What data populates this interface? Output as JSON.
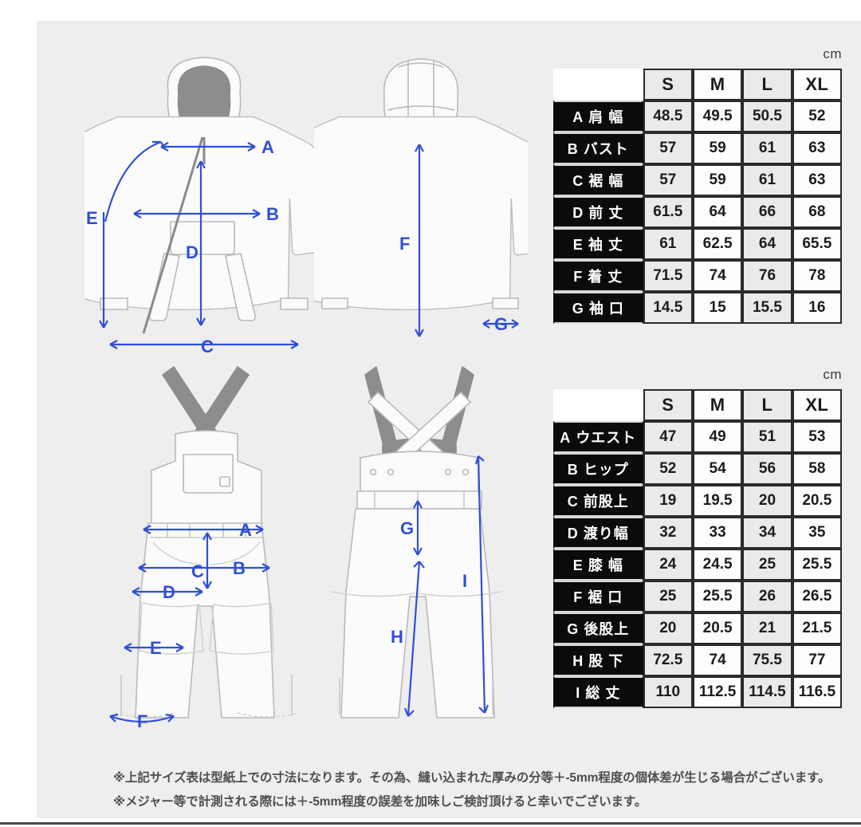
{
  "unit_label": "cm",
  "jacket_table": {
    "name": "jacket-size-table",
    "unit": "cm",
    "columns": [
      "S",
      "M",
      "L",
      "XL"
    ],
    "rows": [
      {
        "code": "A",
        "label": "肩 幅",
        "values": [
          "48.5",
          "49.5",
          "50.5",
          "52"
        ]
      },
      {
        "code": "B",
        "label": "バスト",
        "values": [
          "57",
          "59",
          "61",
          "63"
        ]
      },
      {
        "code": "C",
        "label": "裾 幅",
        "values": [
          "57",
          "59",
          "61",
          "63"
        ]
      },
      {
        "code": "D",
        "label": "前 丈",
        "values": [
          "61.5",
          "64",
          "66",
          "68"
        ]
      },
      {
        "code": "E",
        "label": "袖 丈",
        "values": [
          "61",
          "62.5",
          "64",
          "65.5"
        ]
      },
      {
        "code": "F",
        "label": "着 丈",
        "values": [
          "71.5",
          "74",
          "76",
          "78"
        ]
      },
      {
        "code": "G",
        "label": "袖 口",
        "values": [
          "14.5",
          "15",
          "15.5",
          "16"
        ]
      }
    ]
  },
  "pants_table": {
    "name": "pants-size-table",
    "unit": "cm",
    "columns": [
      "S",
      "M",
      "L",
      "XL"
    ],
    "rows": [
      {
        "code": "A",
        "label": "ウエスト",
        "values": [
          "47",
          "49",
          "51",
          "53"
        ]
      },
      {
        "code": "B",
        "label": "ヒップ",
        "values": [
          "52",
          "54",
          "56",
          "58"
        ]
      },
      {
        "code": "C",
        "label": "前股上",
        "values": [
          "19",
          "19.5",
          "20",
          "20.5"
        ]
      },
      {
        "code": "D",
        "label": "渡り幅",
        "values": [
          "32",
          "33",
          "34",
          "35"
        ]
      },
      {
        "code": "E",
        "label": "膝 幅",
        "values": [
          "24",
          "24.5",
          "25",
          "25.5"
        ]
      },
      {
        "code": "F",
        "label": "裾 口",
        "values": [
          "25",
          "25.5",
          "26",
          "26.5"
        ]
      },
      {
        "code": "G",
        "label": "後股上",
        "values": [
          "20",
          "20.5",
          "21",
          "21.5"
        ]
      },
      {
        "code": "H",
        "label": "股 下",
        "values": [
          "72.5",
          "74",
          "75.5",
          "77"
        ]
      },
      {
        "code": "I",
        "label": "総 丈",
        "values": [
          "110",
          "112.5",
          "114.5",
          "116.5"
        ]
      }
    ]
  },
  "diagrams": {
    "jacket_front": {
      "name": "jacket-front-diagram",
      "markers": [
        "A",
        "B",
        "C",
        "D",
        "E"
      ]
    },
    "jacket_back": {
      "name": "jacket-back-diagram",
      "markers": [
        "F",
        "G"
      ]
    },
    "pants_front": {
      "name": "pants-front-diagram",
      "markers": [
        "A",
        "B",
        "C",
        "D",
        "E",
        "F"
      ]
    },
    "pants_back": {
      "name": "pants-back-diagram",
      "markers": [
        "G",
        "H",
        "I"
      ]
    },
    "marker_color": "#2f4fd8",
    "garment_outline_color": "#b9b9b9",
    "garment_fill_color": "#fbfbfb",
    "hood_lining_color": "#8d8d8d"
  },
  "notes": [
    "※上記サイズ表は型紙上での寸法になります。その為、縫い込まれた厚みの分等＋-5mm程度の個体差が生じる場合がございます。",
    "※メジャー等で計測される際には＋-5mm程度の誤差を加味しご検討頂けると幸いでございます。"
  ]
}
